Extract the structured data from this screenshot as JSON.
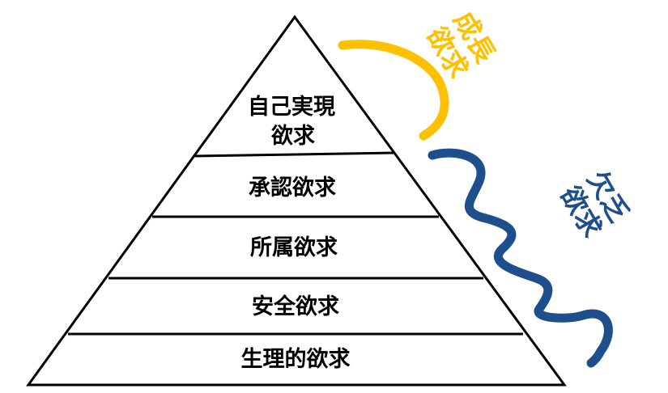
{
  "pyramid": {
    "layers": [
      {
        "lines": [
          "自己実現",
          "欲求"
        ]
      },
      {
        "lines": [
          "承認欲求"
        ]
      },
      {
        "lines": [
          "所属欲求"
        ]
      },
      {
        "lines": [
          "安全欲求"
        ]
      },
      {
        "lines": [
          "生理的欲求"
        ]
      }
    ]
  },
  "growth": {
    "line1": "成長",
    "line2": "欲求",
    "color": "#FFC000"
  },
  "deficiency": {
    "line1": "欠乏",
    "line2": "欲求",
    "color": "#1F4E8C"
  },
  "outline_color": "#000000"
}
